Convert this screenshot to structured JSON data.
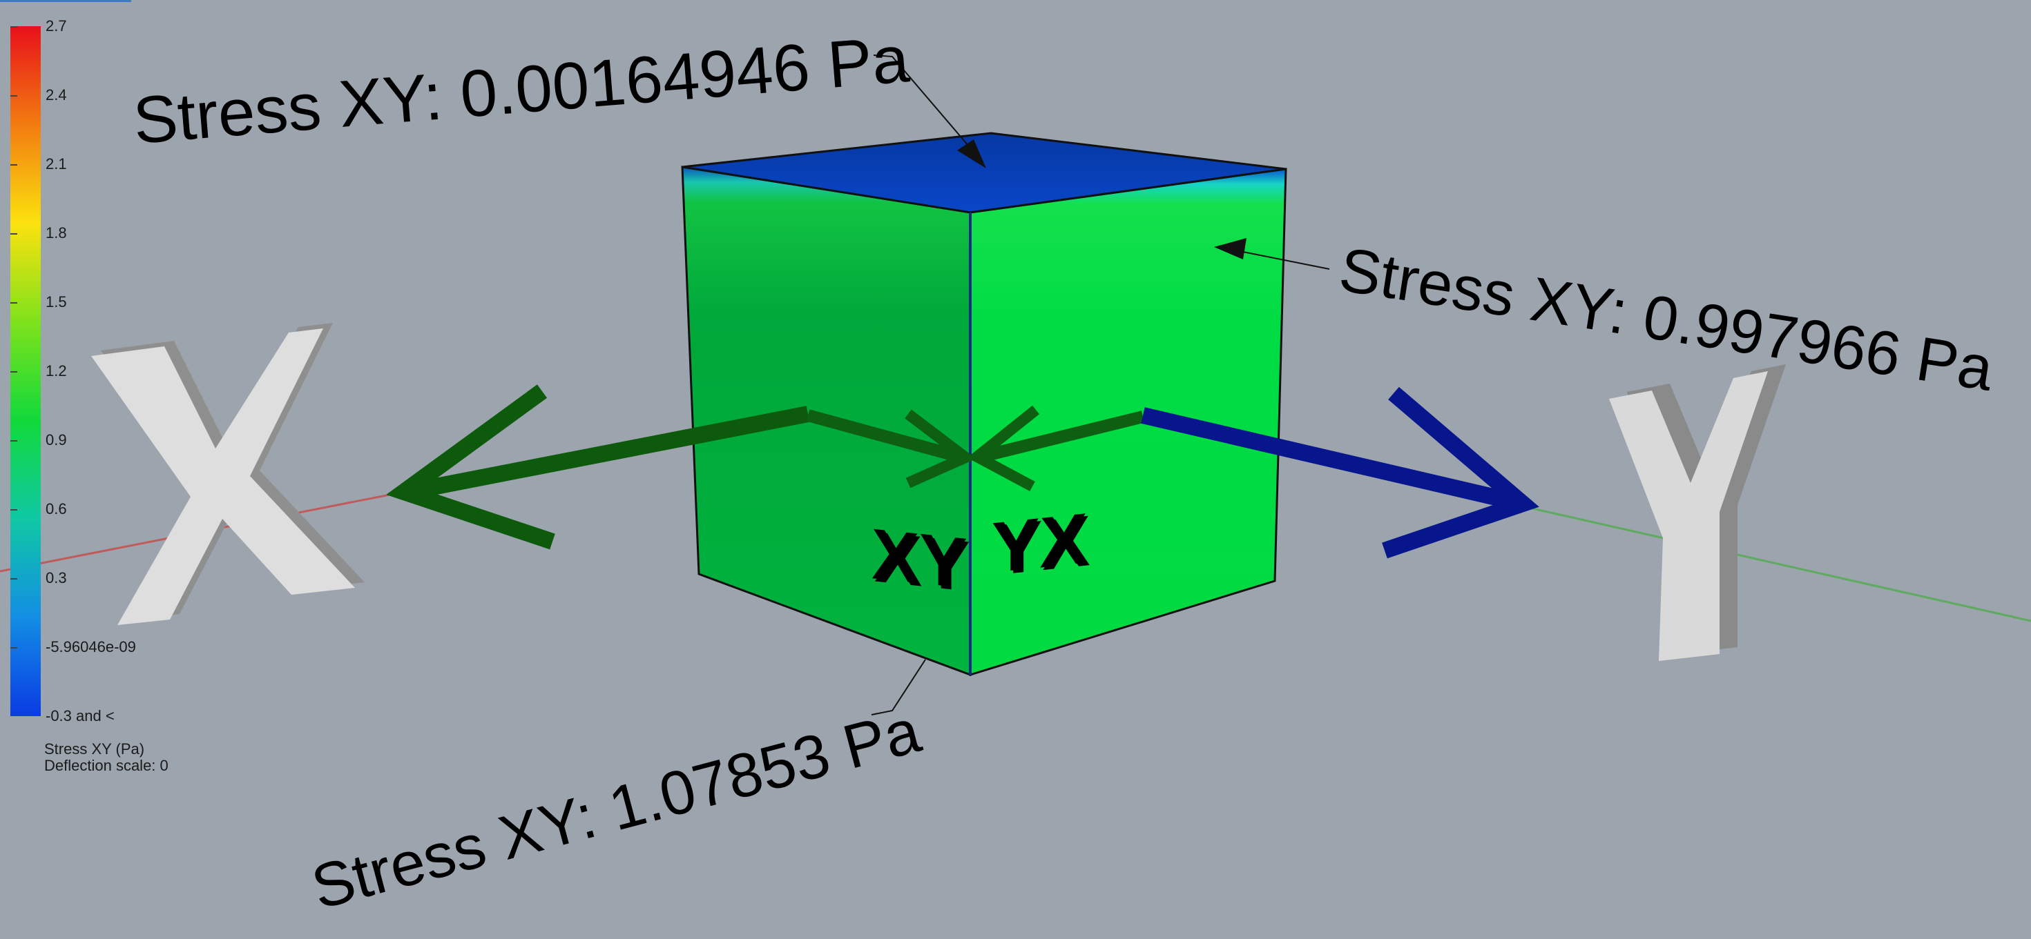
{
  "legend": {
    "ticks": [
      "2.7",
      "2.4",
      "2.1",
      "1.8",
      "1.5",
      "1.2",
      "0.9",
      "0.6",
      "0.3",
      "-5.96046e-09",
      "-0.3 and <"
    ],
    "quantity": "Stress XY (Pa)",
    "deflection": "Deflection scale: 0",
    "gradient_colors": [
      "#e8101a",
      "#f27c10",
      "#fbe20e",
      "#7ee21b",
      "#12d93a",
      "#0fc8a4",
      "#138ee4",
      "#0a3be4"
    ]
  },
  "annotations": {
    "top": "Stress XY: 0.00164946 Pa",
    "right": "Stress XY: 0.997966 Pa",
    "bottom": "Stress XY: 1.07853 Pa"
  },
  "axes": {
    "x_label": "X",
    "y_label": "Y",
    "x_axis_color": "#c15b5b",
    "y_axis_color": "#5eaa5e"
  },
  "face_labels": {
    "left": "XY",
    "right": "YX"
  },
  "colors": {
    "background": "#9ca4ad",
    "cube_top": "#0737a6",
    "cube_left": "#00a33a",
    "cube_right": "#00de42",
    "arrow_dark_green": "#0c5a0c",
    "arrow_blue": "#08168e",
    "letter_light": "#e3e3e3",
    "letter_shadow": "#8f8f8f"
  }
}
